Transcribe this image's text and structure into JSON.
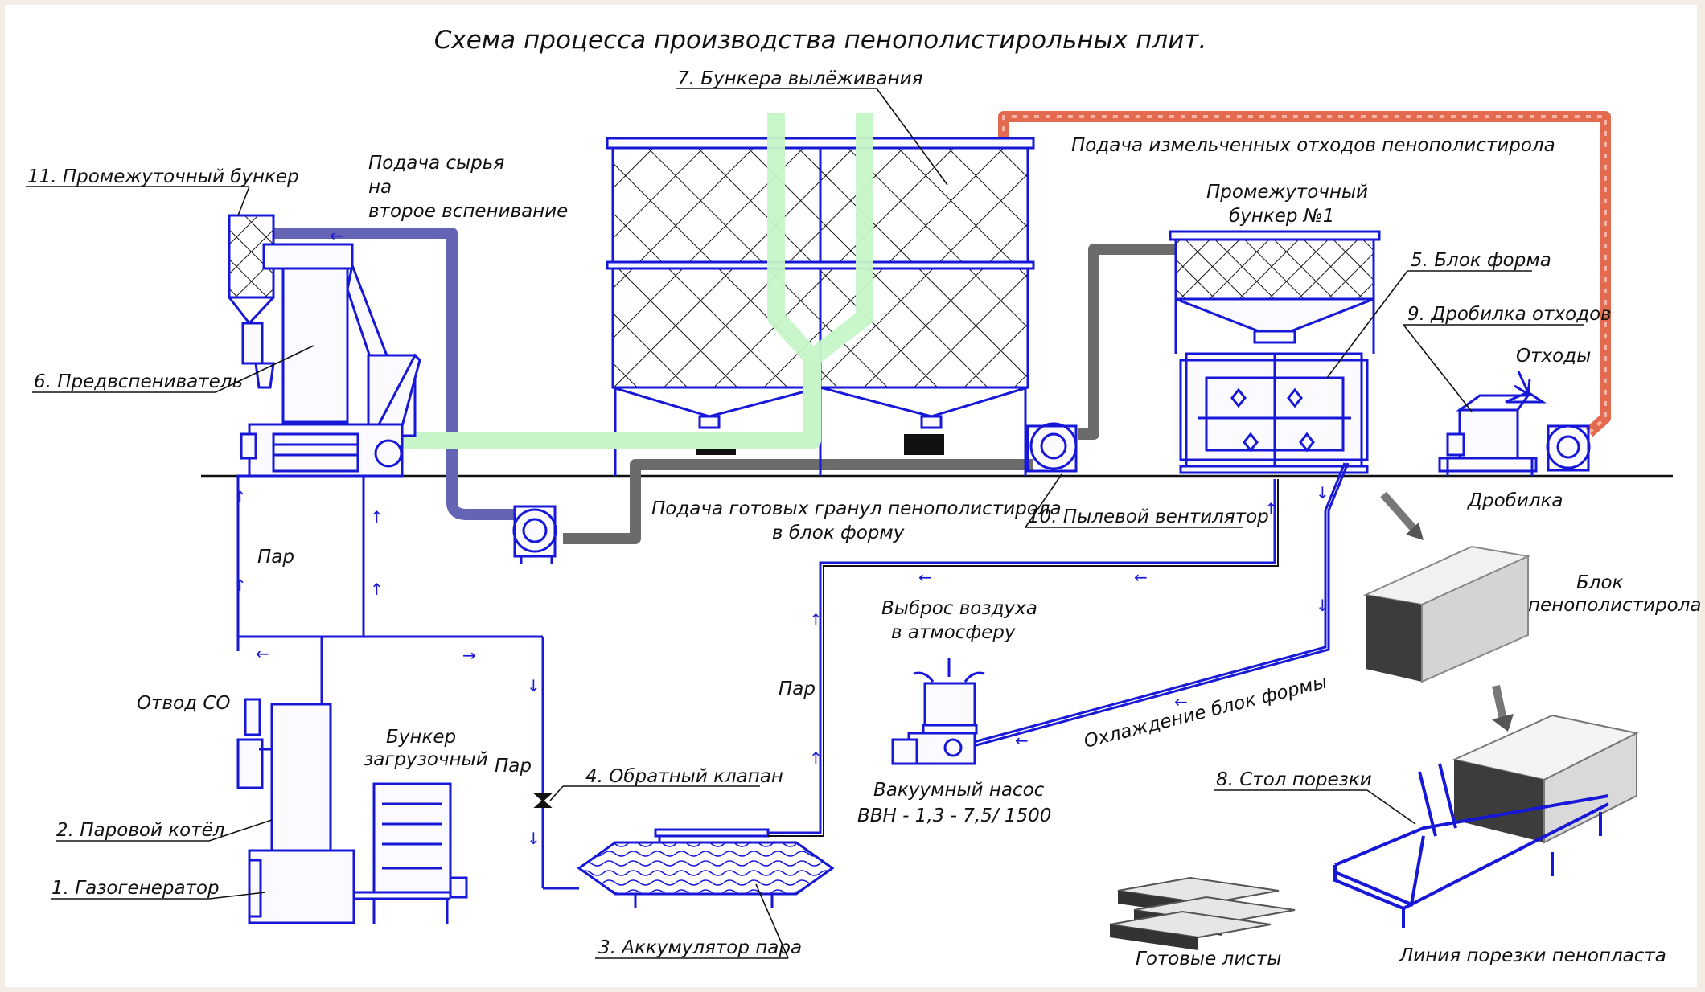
{
  "title": "Схема процесса производства пенополистирольных плит.",
  "colors": {
    "background": "#f4ede6",
    "canvas": "#ffffff",
    "equipment": "#1717d8",
    "green_pipe": "#c7f5c8",
    "gray_pipe": "#6b6b6b",
    "purple_pipe": "#6464b4",
    "red_pipe": "#e36a4f"
  },
  "labels": {
    "bunker7": "7. Бункера вылёживания",
    "bunker11": "11. Промежуточный бункер",
    "feed_raw_1": "Подача сырья",
    "feed_raw_2": "на",
    "feed_raw_3": "второе вспенивание",
    "waste_feed": "Подача измельченных отходов пенополистирола",
    "inter_bunker_1": "Промежуточный",
    "inter_bunker_2": "бункер №1",
    "block_form": "5. Блок форма",
    "crusher9": "9. Дробилка отходов",
    "waste": "Отходы",
    "pre_expander": "6. Предвспениватель",
    "granules_1": "Подача готовых гранул пенополистирола",
    "granules_2": "в блок форму",
    "fan10": "10. Пылевой вентилятор",
    "crusher": "Дробилка",
    "steam": "Пар",
    "co_outlet": "Отвод СО",
    "hopper_1": "Бункер",
    "hopper_2": "загрузочный",
    "air_1": "Выброс воздуха",
    "air_2": "в атмосферу",
    "valve4": "4. Обратный клапан",
    "boiler2": "2. Паровой котёл",
    "gasgen1": "1. Газогенератор",
    "accum3": "3. Аккумулятор пара",
    "vacuum_1": "Вакуумный насос",
    "vacuum_2": "ВВН - 1,3 - 7,5/ 1500",
    "cooling": "Охлаждение блок формы",
    "foam_block_1": "Блок",
    "foam_block_2": "пенополистирола",
    "cut_table8": "8. Стол порезки",
    "ready_sheets": "Готовые листы",
    "cut_line": "Линия порезки пенопласта"
  },
  "icons": [
    "check-valve-icon",
    "fan-icon",
    "arrow-icon",
    "vacuum-pump-icon"
  ]
}
